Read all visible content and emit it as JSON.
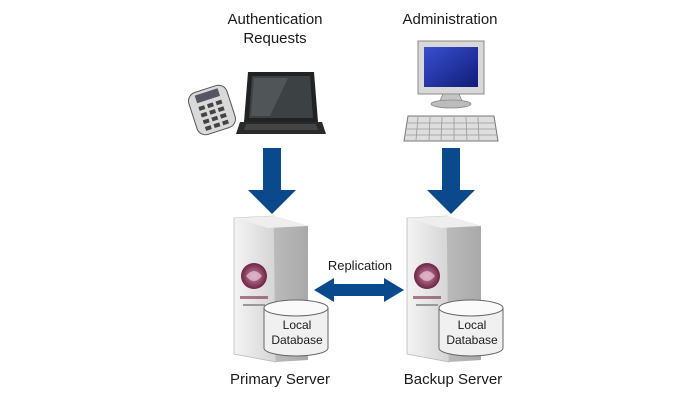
{
  "labels": {
    "auth_line1": "Authentication",
    "auth_line2": "Requests",
    "admin": "Administration",
    "replication": "Replication",
    "primary_server": "Primary Server",
    "backup_server": "Backup Server",
    "db_line1": "Local",
    "db_line2": "Database"
  },
  "colors": {
    "arrow": "#0a4a8c",
    "screen": "#1f2fa8",
    "server": "#e2e2e2",
    "logo": "#7a2a4a"
  },
  "icons": [
    "token-keypad-icon",
    "laptop-icon",
    "desktop-monitor-icon",
    "keyboard-icon",
    "server-tower-icon",
    "database-cylinder-icon"
  ]
}
